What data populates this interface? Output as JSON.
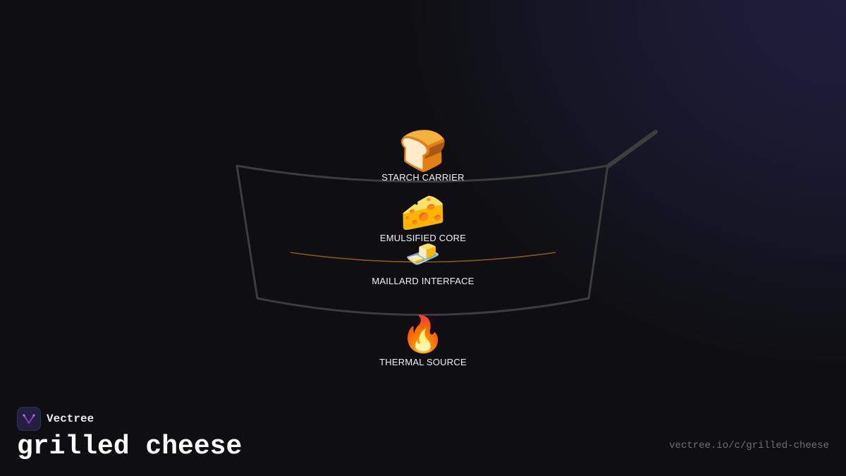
{
  "colors": {
    "background": "#0f0f13",
    "pan_outline": "#3d3d3d",
    "maillard_line": "#8a5a1c",
    "label_text": "#f2f2f2",
    "brand_accent": "#a24fd6"
  },
  "diagram": {
    "layers": [
      {
        "icon": "bread-emoji",
        "glyph": "🍞",
        "label": "STARCH CARRIER"
      },
      {
        "icon": "cheese-emoji",
        "glyph": "🧀",
        "label": "EMULSIFIED CORE"
      },
      {
        "icon": "butter-emoji",
        "glyph": "🧈",
        "label": "MAILLARD INTERFACE"
      },
      {
        "icon": "fire-emoji",
        "glyph": "🔥",
        "label": "THERMAL SOURCE"
      }
    ]
  },
  "footer": {
    "brand_name": "Vectree",
    "brand_icon": "vectree-logo-icon",
    "title": "grilled cheese",
    "url": "vectree.io/c/grilled-cheese"
  }
}
